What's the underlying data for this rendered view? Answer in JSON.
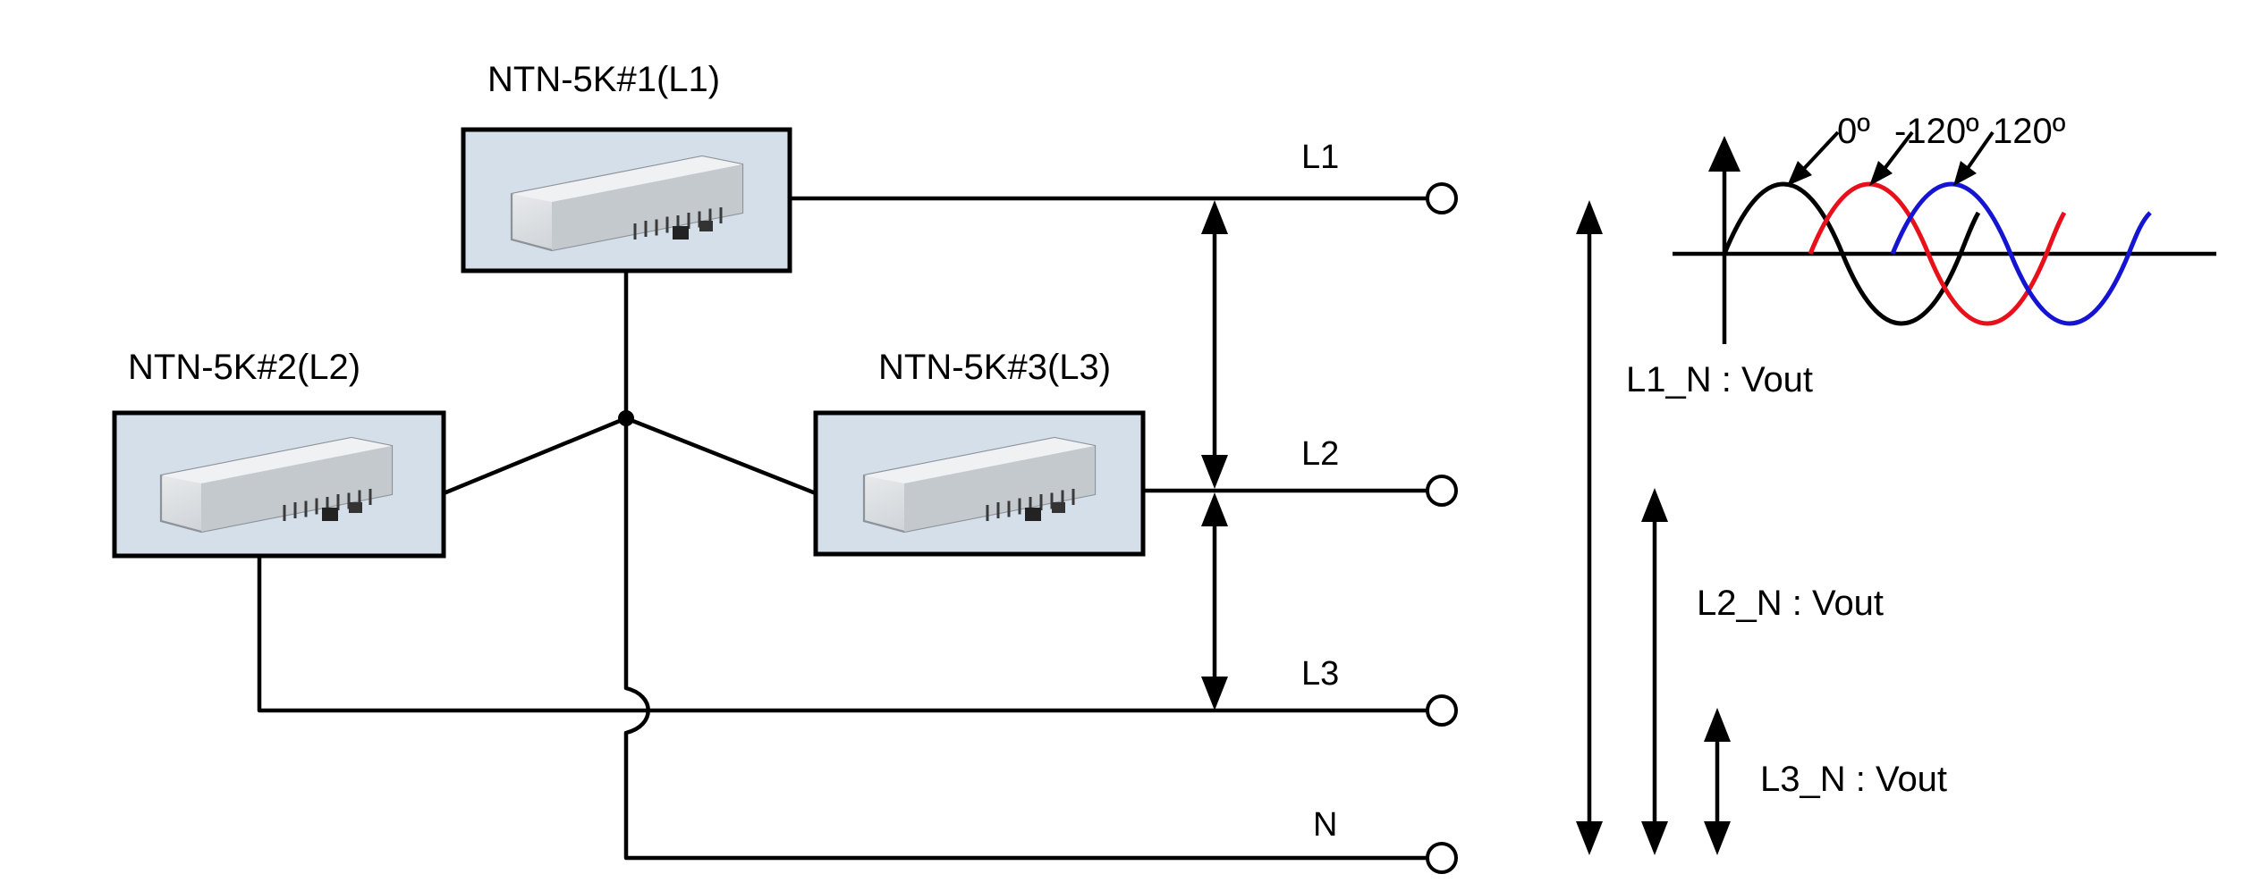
{
  "units": [
    {
      "id": "unit1",
      "label": "NTN-5K#1(L1)"
    },
    {
      "id": "unit2",
      "label": "NTN-5K#2(L2)"
    },
    {
      "id": "unit3",
      "label": "NTN-5K#3(L3)"
    }
  ],
  "lines": {
    "l1": "L1",
    "l2": "L2",
    "l3": "L3",
    "n": "N"
  },
  "voltages": {
    "l1n": "L1_N : Vout",
    "l2n": "L2_N : Vout",
    "l3n": "L3_N : Vout"
  },
  "phases": {
    "p0": "0º",
    "p1": "-120º",
    "p2": "120º"
  },
  "colors": {
    "phase_0": "#000000",
    "phase_neg120": "#e8101a",
    "phase_120": "#1414d2",
    "unit_fill": "#d5dfea"
  }
}
